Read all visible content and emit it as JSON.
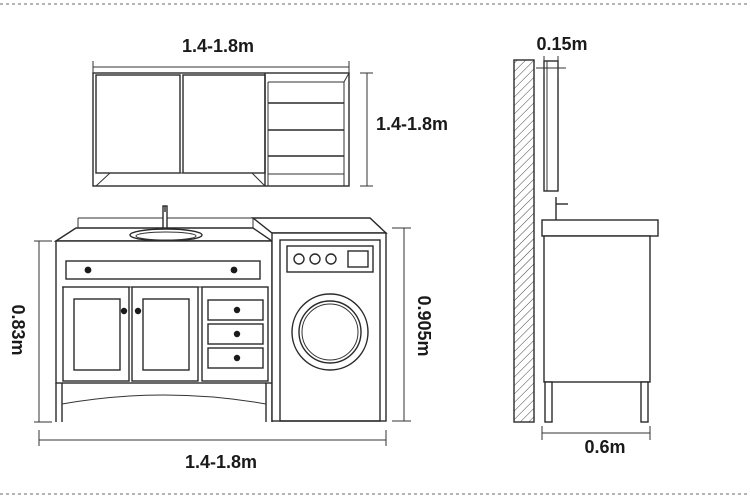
{
  "dimensions": {
    "mirror_cabinet_width": "1.4-1.8m",
    "mirror_cabinet_height": "1.4-1.8m",
    "mirror_depth": "0.15m",
    "vanity_height": "0.83m",
    "washer_height": "0.905m",
    "overall_width": "1.4-1.8m",
    "side_depth": "0.6m"
  },
  "colors": {
    "line": "#2a2a2a",
    "text": "#1a1a1a",
    "border_dash": "#888888"
  }
}
